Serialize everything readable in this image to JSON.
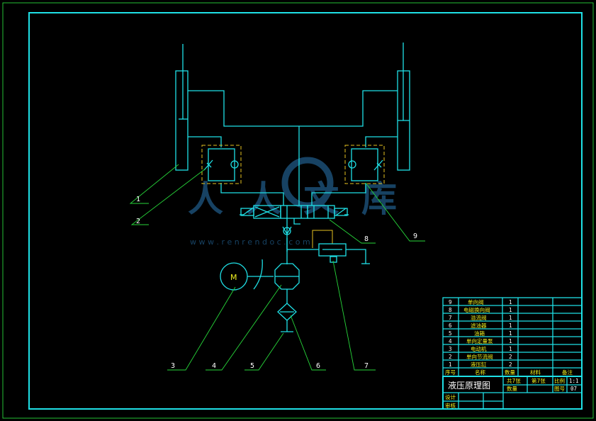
{
  "watermark": {
    "text": "人人文库",
    "url": "w w w . r e n r e n d o c . c o m"
  },
  "motor_label": "M",
  "callouts": [
    "1",
    "2",
    "3",
    "4",
    "5",
    "6",
    "7",
    "8",
    "9"
  ],
  "parts_table": {
    "rows": [
      {
        "no": "9",
        "name": "单向阀",
        "qty": "1"
      },
      {
        "no": "8",
        "name": "电磁换向阀",
        "qty": "1"
      },
      {
        "no": "7",
        "name": "溢流阀",
        "qty": "1"
      },
      {
        "no": "6",
        "name": "滤油器",
        "qty": "1"
      },
      {
        "no": "5",
        "name": "油箱",
        "qty": "1"
      },
      {
        "no": "4",
        "name": "单向定量泵",
        "qty": "1"
      },
      {
        "no": "3",
        "name": "电动机",
        "qty": "1"
      },
      {
        "no": "2",
        "name": "单向节流阀",
        "qty": "2"
      },
      {
        "no": "1",
        "name": "液压缸",
        "qty": "2"
      }
    ],
    "header": {
      "no": "序号",
      "name": "名称",
      "qty": "数量",
      "material": "材料",
      "remark": "备注"
    }
  },
  "title_block": {
    "title": "液压原理图",
    "sheets_label": "共7张",
    "sheet_label": "第7张",
    "scale_label": "比例",
    "scale_value": "1:1",
    "quantity_label": "数量",
    "drawing_no_label": "图号",
    "drawing_no_value": "07",
    "designer_label": "设计",
    "reviewer_label": "审核"
  },
  "colors": {
    "frame": "#1fe0e6",
    "leader": "#27d63a",
    "dashed_box": "#e6c21f"
  }
}
